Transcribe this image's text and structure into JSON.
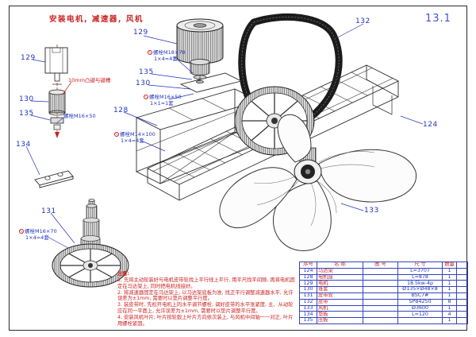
{
  "title": "安装电机, 减速器, 风机",
  "sheet": "13.1",
  "callouts": {
    "motor_top": "129",
    "belt": "132",
    "frame": "124",
    "fan": "133",
    "pulley_small": "131",
    "plate": "134",
    "bolt_left": "129",
    "bushing_left": "130",
    "washer_left": "135",
    "mount": "128",
    "washer_mid": "135",
    "bushing_mid": "130"
  },
  "labels": {
    "key_note": "10mm凸键与键槽",
    "bolt_m16x50_left": "螺栓M16×50",
    "bolt_m18x70": "螺栓M18×70",
    "bolt_m18x70_qty": "1×4=4套",
    "bolt_m16x50": "螺栓M16×50",
    "bolt_m16x50_qty": "1×1=1套",
    "bolt_m14x100": "螺栓M14×100",
    "bolt_m14x100_qty": "1×4=4套",
    "bolt_m16x70": "螺栓M16×70",
    "bolt_m16x70_qty": "1×4=4套"
  },
  "notes": {
    "heading": "注意:",
    "items": [
      "1. 先将主动轮装好与电机皮带轮找上平行线上平行, 用平尺找平间隙, 再将电机固定在马达架上, 同时把电机线接好。",
      "2. 将减速器固定在马达架上, 以马达架底板为准, 找正平行调整减速器水平, 允许误差为±1mm, 需要时以垫片调整平行度。",
      "3. 装皮带时, 先松开电机上的水平调节螺栓, 调好皮带的水平张紧度, 主、从动轮应在同一平面上, 允许误差为±1mm, 需要时以垫片调整平行度。",
      "4. 安装风机叶片, 叶片按轮毂上叶片方向依次装上, 与风机中间轴一一对正, 叶片用螺栓紧固。"
    ]
  },
  "table": {
    "headers": [
      "序号",
      "名 称",
      "图 号",
      "尺 寸",
      "数量",
      ""
    ],
    "rows": [
      [
        "124",
        "马达架",
        "",
        "L=3707",
        "1",
        ""
      ],
      [
        "128",
        "电机座",
        "",
        "L=878",
        "1",
        ""
      ],
      [
        "129",
        "电机",
        "",
        "18.5kw-4p",
        "1",
        ""
      ],
      [
        "130",
        "锥套",
        "",
        "Ø135×Ø48×8",
        "1",
        ""
      ],
      [
        "131",
        "皮带轮",
        "",
        "BSC7#",
        "1",
        ""
      ],
      [
        "132",
        "皮带",
        "",
        "SPB4250",
        "8",
        ""
      ],
      [
        "133",
        "风机",
        "",
        "Ø3600",
        "1",
        ""
      ],
      [
        "134",
        "垫板",
        "",
        "L=120",
        "4",
        ""
      ],
      [
        "135",
        "压板",
        "",
        "",
        "1",
        ""
      ]
    ]
  },
  "colors": {
    "accent_blue": "#2233bb",
    "accent_red": "#cc2222",
    "line": "#2a2a2a"
  }
}
